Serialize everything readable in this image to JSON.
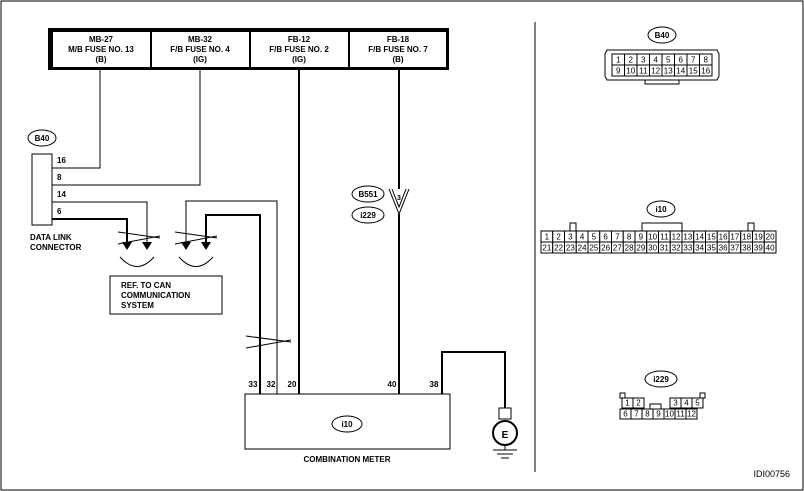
{
  "fuses": [
    {
      "id": "MB-27",
      "name": "M/B FUSE NO. 13",
      "power": "(B)"
    },
    {
      "id": "MB-32",
      "name": "F/B FUSE NO. 4",
      "power": "(IG)"
    },
    {
      "id": "FB-12",
      "name": "F/B FUSE NO. 2",
      "power": "(IG)"
    },
    {
      "id": "FB-18",
      "name": "F/B FUSE NO. 7",
      "power": "(B)"
    }
  ],
  "dlc": {
    "tag": "B40",
    "pins": [
      "16",
      "8",
      "14",
      "6"
    ],
    "label_line1": "DATA LINK",
    "label_line2": "CONNECTOR"
  },
  "ref_box": {
    "line1": "REF. TO CAN",
    "line2": "COMMUNICATION",
    "line3": "SYSTEM"
  },
  "inline_connector": {
    "tag1": "B551",
    "tag2": "i229",
    "pin": "3"
  },
  "meter": {
    "tag": "i10",
    "label": "COMBINATION METER",
    "pins": [
      "33",
      "32",
      "20",
      "40",
      "38"
    ]
  },
  "ground_symbol": "E",
  "connector_views": {
    "b40": {
      "tag": "B40",
      "row1": [
        "1",
        "2",
        "3",
        "4",
        "5",
        "6",
        "7",
        "8"
      ],
      "row2": [
        "9",
        "10",
        "11",
        "12",
        "13",
        "14",
        "15",
        "16"
      ]
    },
    "i10": {
      "tag": "i10",
      "row1": [
        "1",
        "2",
        "3",
        "4",
        "5",
        "6",
        "7",
        "8",
        "9",
        "10",
        "11",
        "12",
        "13",
        "14",
        "15",
        "16",
        "17",
        "18",
        "19",
        "20"
      ],
      "row2": [
        "21",
        "22",
        "23",
        "24",
        "25",
        "26",
        "27",
        "28",
        "29",
        "30",
        "31",
        "32",
        "33",
        "34",
        "35",
        "36",
        "37",
        "38",
        "39",
        "40"
      ]
    },
    "i229": {
      "tag": "i229",
      "row1": [
        "1",
        "2",
        "3",
        "4",
        "5"
      ],
      "row2": [
        "6",
        "7",
        "8",
        "9",
        "10",
        "11",
        "12"
      ]
    }
  },
  "diagram_id": "IDI00756"
}
